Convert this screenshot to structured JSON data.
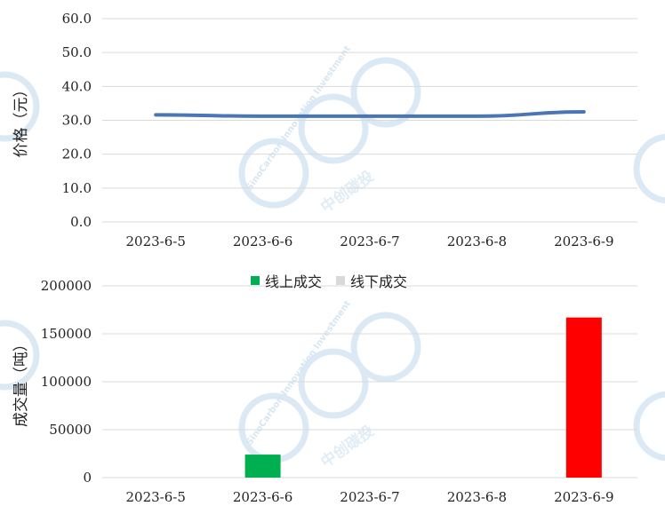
{
  "colors": {
    "line": "#4a76b3",
    "online": "#00b050",
    "offline": "#d9d9d9",
    "highlight": "#ff0000",
    "grid": "#d9d9d9"
  },
  "watermark": {
    "brand_en": "SinoCarbon Innovation Investment",
    "brand_cn": "中创碳投"
  },
  "chart_data": [
    {
      "type": "line",
      "categories": [
        "2023-6-5",
        "2023-6-6",
        "2023-6-7",
        "2023-6-8",
        "2023-6-9"
      ],
      "series": [
        {
          "values": [
            31.6,
            31.2,
            31.2,
            31.2,
            32.5
          ]
        }
      ],
      "ylabel": "价格（元）",
      "ylim": [
        0,
        60
      ],
      "yticks": [
        "0.0",
        "10.0",
        "20.0",
        "30.0",
        "40.0",
        "50.0",
        "60.0"
      ],
      "grid": true
    },
    {
      "type": "bar",
      "categories": [
        "2023-6-5",
        "2023-6-6",
        "2023-6-7",
        "2023-6-8",
        "2023-6-9"
      ],
      "series": [
        {
          "name": "线上成交",
          "values": [
            0,
            24000,
            0,
            0,
            167000
          ]
        },
        {
          "name": "线下成交",
          "values": [
            0,
            0,
            0,
            0,
            0
          ]
        }
      ],
      "ylabel": "成交量（吨）",
      "ylim": [
        0,
        200000
      ],
      "yticks": [
        "0",
        "50000",
        "100000",
        "150000",
        "200000"
      ],
      "legend": "top-center",
      "grid": true
    }
  ]
}
